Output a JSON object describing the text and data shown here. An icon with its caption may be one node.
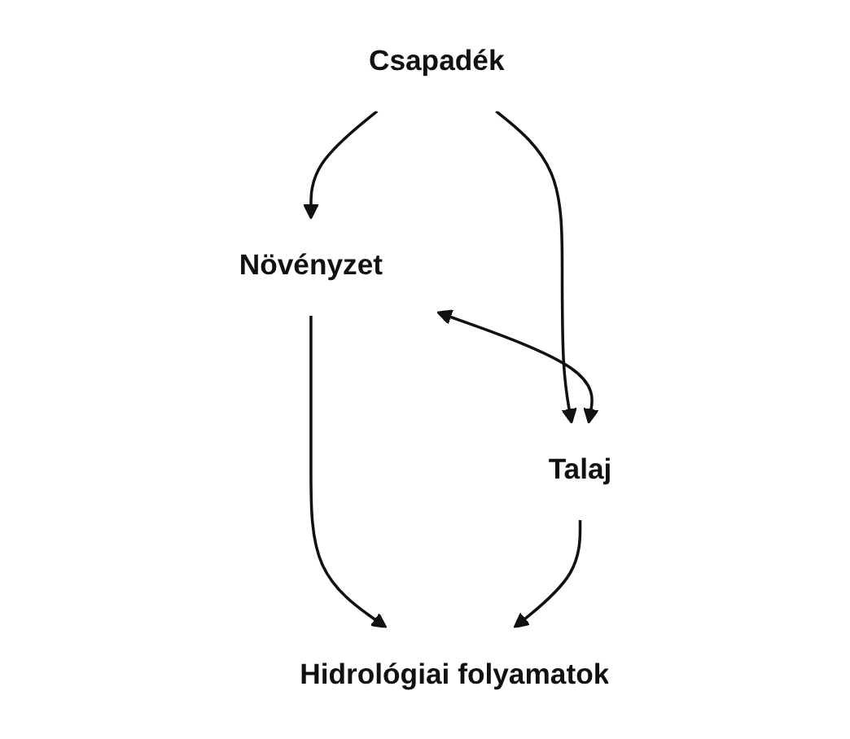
{
  "diagram": {
    "nodes": [
      {
        "text": [
          "Csapadék"
        ]
      },
      {
        "text": [
          "Növényzet"
        ]
      },
      {
        "text": [
          "Talaj"
        ]
      },
      {
        "text": [
          "Hidrológiai folyamatok"
        ]
      }
    ],
    "edges": [
      {
        "from": 0,
        "to": 1,
        "arrow": "to"
      },
      {
        "from": 0,
        "to": 2,
        "arrow": "to"
      },
      {
        "from": 1,
        "to": 2,
        "arrow": "both"
      },
      {
        "from": 1,
        "to": 3,
        "arrow": "to"
      },
      {
        "from": 2,
        "to": 3,
        "arrow": "to"
      }
    ]
  }
}
